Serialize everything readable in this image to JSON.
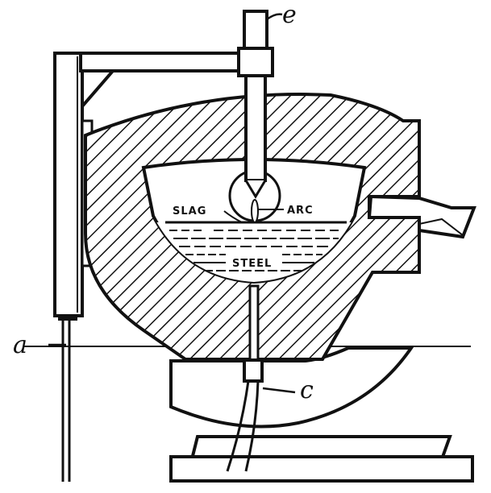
{
  "labels": {
    "electrode": "e",
    "slag": "SLAG",
    "arc": "ARC",
    "steel": "STEEL",
    "pivot": "a",
    "tap": "c"
  },
  "colors": {
    "ink": "#111111",
    "paper": "#ffffff"
  }
}
